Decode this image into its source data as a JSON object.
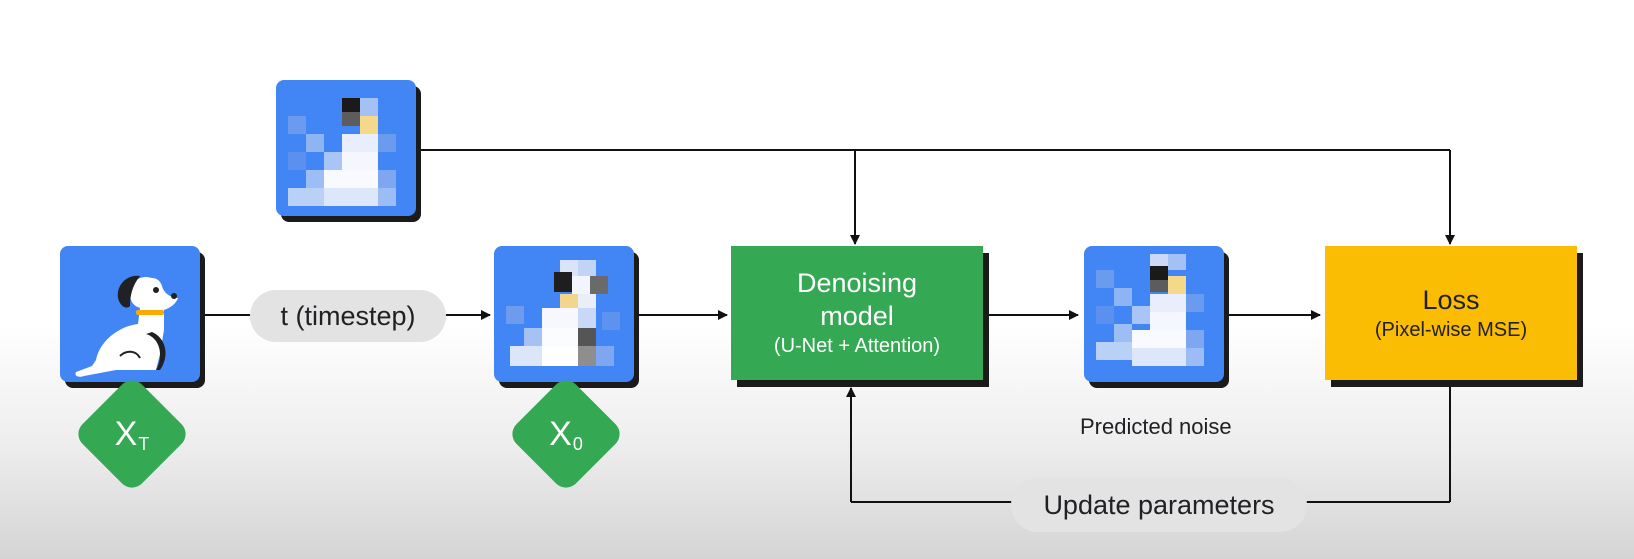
{
  "timestep_label": "t (timestep)",
  "xt_label": "X",
  "xt_subscript": "T",
  "x0_label": "X",
  "x0_subscript": "0",
  "model": {
    "title": "Denoising model",
    "subtitle": "(U-Net + Attention)"
  },
  "loss": {
    "title": "Loss",
    "subtitle": "(Pixel-wise MSE)"
  },
  "predicted_noise_caption": "Predicted noise",
  "update_label": "Update parameters",
  "colors": {
    "tile_blue": "#4285f4",
    "model_green": "#34a853",
    "loss_yellow": "#fbbc04",
    "diamond_green": "#34a853"
  },
  "icons": {
    "clean_image": "dog-icon",
    "noise_image": "noise-pixel-icon",
    "noisy_image": "noisy-dog-icon"
  }
}
